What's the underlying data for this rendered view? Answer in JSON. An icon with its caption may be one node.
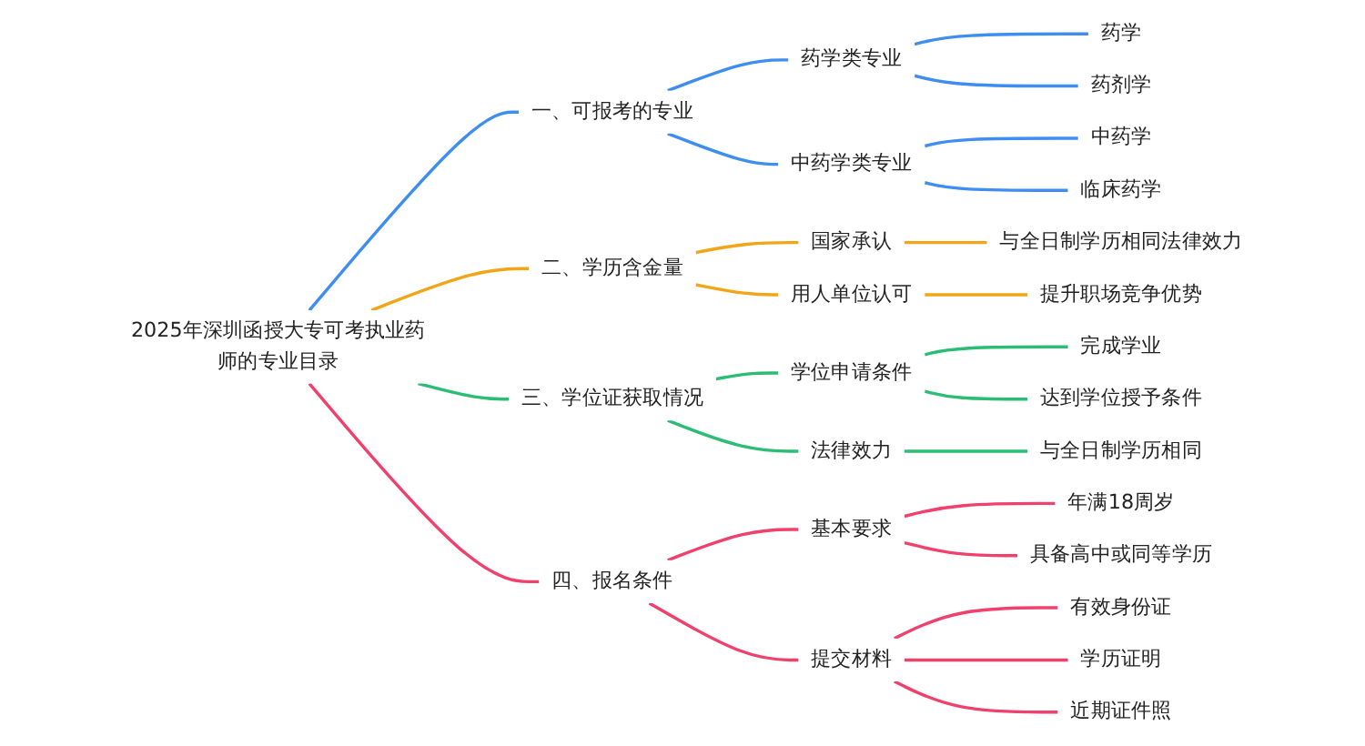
{
  "diagram": {
    "nodes": [
      {
        "text": [
          "2025年深圳函授大专可考执业药师的专业目录"
        ]
      },
      {
        "text": [
          "一、可报考的专业"
        ]
      },
      {
        "text": [
          "药学类专业"
        ]
      },
      {
        "text": [
          "药学"
        ]
      },
      {
        "text": [
          "药剂学"
        ]
      },
      {
        "text": [
          "中药学类专业"
        ]
      },
      {
        "text": [
          "中药学"
        ]
      },
      {
        "text": [
          "临床药学"
        ]
      },
      {
        "text": [
          "二、学历含金量"
        ]
      },
      {
        "text": [
          "国家承认"
        ]
      },
      {
        "text": [
          "与全日制学历相同法律效力"
        ]
      },
      {
        "text": [
          "用人单位认可"
        ]
      },
      {
        "text": [
          "提升职场竞争优势"
        ]
      },
      {
        "text": [
          "三、学位证获取情况"
        ]
      },
      {
        "text": [
          "学位申请条件"
        ]
      },
      {
        "text": [
          "完成学业"
        ]
      },
      {
        "text": [
          "达到学位授予条件"
        ]
      },
      {
        "text": [
          "法律效力"
        ]
      },
      {
        "text": [
          "与全日制学历相同"
        ]
      },
      {
        "text": [
          "四、报名条件"
        ]
      },
      {
        "text": [
          "基本要求"
        ]
      },
      {
        "text": [
          "年满18周岁"
        ]
      },
      {
        "text": [
          "具备高中或同等学历"
        ]
      },
      {
        "text": [
          "提交材料"
        ]
      },
      {
        "text": [
          "有效身份证"
        ]
      },
      {
        "text": [
          "学历证明"
        ]
      },
      {
        "text": [
          "近期证件照"
        ]
      }
    ],
    "edges": [
      {
        "from": 0,
        "to": 1,
        "arrow": "none",
        "color": "#3d8ef0"
      },
      {
        "from": 1,
        "to": 2,
        "arrow": "none",
        "color": "#3d8ef0"
      },
      {
        "from": 2,
        "to": 3,
        "arrow": "none",
        "color": "#3d8ef0"
      },
      {
        "from": 2,
        "to": 4,
        "arrow": "none",
        "color": "#3d8ef0"
      },
      {
        "from": 1,
        "to": 5,
        "arrow": "none",
        "color": "#3d8ef0"
      },
      {
        "from": 5,
        "to": 6,
        "arrow": "none",
        "color": "#3d8ef0"
      },
      {
        "from": 5,
        "to": 7,
        "arrow": "none",
        "color": "#3d8ef0"
      },
      {
        "from": 0,
        "to": 8,
        "arrow": "none",
        "color": "#f2a516"
      },
      {
        "from": 8,
        "to": 9,
        "arrow": "none",
        "color": "#f2a516"
      },
      {
        "from": 9,
        "to": 10,
        "arrow": "none",
        "color": "#f2a516"
      },
      {
        "from": 8,
        "to": 11,
        "arrow": "none",
        "color": "#f2a516"
      },
      {
        "from": 11,
        "to": 12,
        "arrow": "none",
        "color": "#f2a516"
      },
      {
        "from": 0,
        "to": 13,
        "arrow": "none",
        "color": "#2bbd74"
      },
      {
        "from": 13,
        "to": 14,
        "arrow": "none",
        "color": "#2bbd74"
      },
      {
        "from": 14,
        "to": 15,
        "arrow": "none",
        "color": "#2bbd74"
      },
      {
        "from": 14,
        "to": 16,
        "arrow": "none",
        "color": "#2bbd74"
      },
      {
        "from": 13,
        "to": 17,
        "arrow": "none",
        "color": "#2bbd74"
      },
      {
        "from": 17,
        "to": 18,
        "arrow": "none",
        "color": "#2bbd74"
      },
      {
        "from": 0,
        "to": 19,
        "arrow": "none",
        "color": "#f0416c"
      },
      {
        "from": 19,
        "to": 20,
        "arrow": "none",
        "color": "#f0416c"
      },
      {
        "from": 20,
        "to": 21,
        "arrow": "none",
        "color": "#f0416c"
      },
      {
        "from": 20,
        "to": 22,
        "arrow": "none",
        "color": "#f0416c"
      },
      {
        "from": 19,
        "to": 23,
        "arrow": "none",
        "color": "#f0416c"
      },
      {
        "from": 23,
        "to": 24,
        "arrow": "none",
        "color": "#f0416c"
      },
      {
        "from": 23,
        "to": 25,
        "arrow": "none",
        "color": "#f0416c"
      },
      {
        "from": 23,
        "to": 26,
        "arrow": "none",
        "color": "#f0416c"
      }
    ]
  }
}
